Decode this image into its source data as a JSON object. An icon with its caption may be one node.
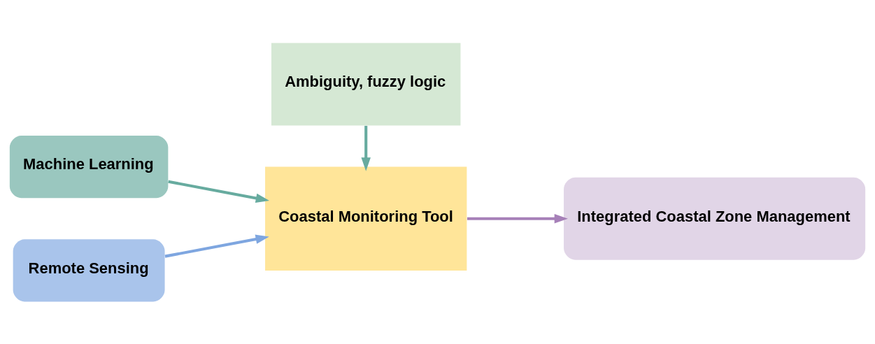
{
  "diagram": {
    "nodes": [
      {
        "text": [
          "Machine Learning"
        ]
      },
      {
        "text": [
          "Remote Sensing"
        ]
      },
      {
        "text": [
          "Coastal Monitoring Tool"
        ]
      },
      {
        "text": [
          "Integrated Coastal Zone Management"
        ]
      },
      {
        "text": [
          "Ambiguity, fuzzy logic"
        ]
      }
    ],
    "edges": [
      {
        "from": 0,
        "to": 2,
        "arrow": "to",
        "color": "#67ab9f"
      },
      {
        "from": 1,
        "to": 2,
        "arrow": "to",
        "color": "#7ea6e0"
      },
      {
        "from": 2,
        "to": 3,
        "arrow": "to",
        "color": "#a680b8"
      },
      {
        "from": 4,
        "to": 2,
        "arrow": "to",
        "color": "#67ab9f"
      }
    ]
  }
}
